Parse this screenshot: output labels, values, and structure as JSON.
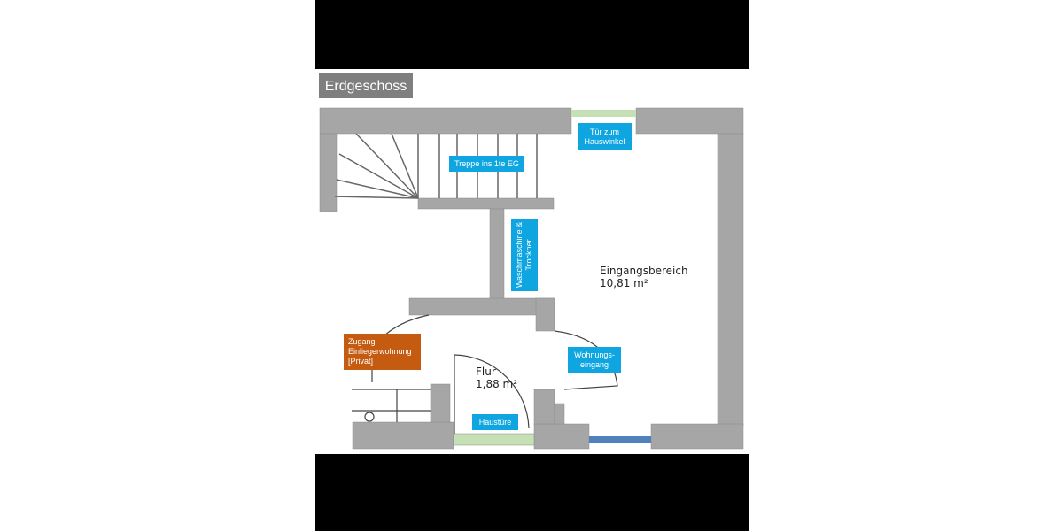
{
  "title": "Erdgeschoss",
  "labels": {
    "door_hauswinkel": "Tür zum Hauswinkel",
    "stairs": "Treppe ins 1te EG",
    "laundry": "Waschmaschine & Trockner",
    "entrance_area_name": "Eingangsbereich",
    "entrance_area_size": "10,81 m²",
    "private_access": "Zugang Einliegerwohnung [Privat]",
    "apartment_entrance": "Wohnungs-eingang",
    "hall_name": "Flur",
    "hall_size": "1,88 m²",
    "front_door": "Haustüre"
  },
  "colors": {
    "wall": "#a6a6a6",
    "label_blue": "#0ea5e0",
    "label_orange": "#c55a11",
    "door_green": "#c5e0b4",
    "window_blue": "#4f81bd",
    "title_bg": "#7f7f7f"
  }
}
